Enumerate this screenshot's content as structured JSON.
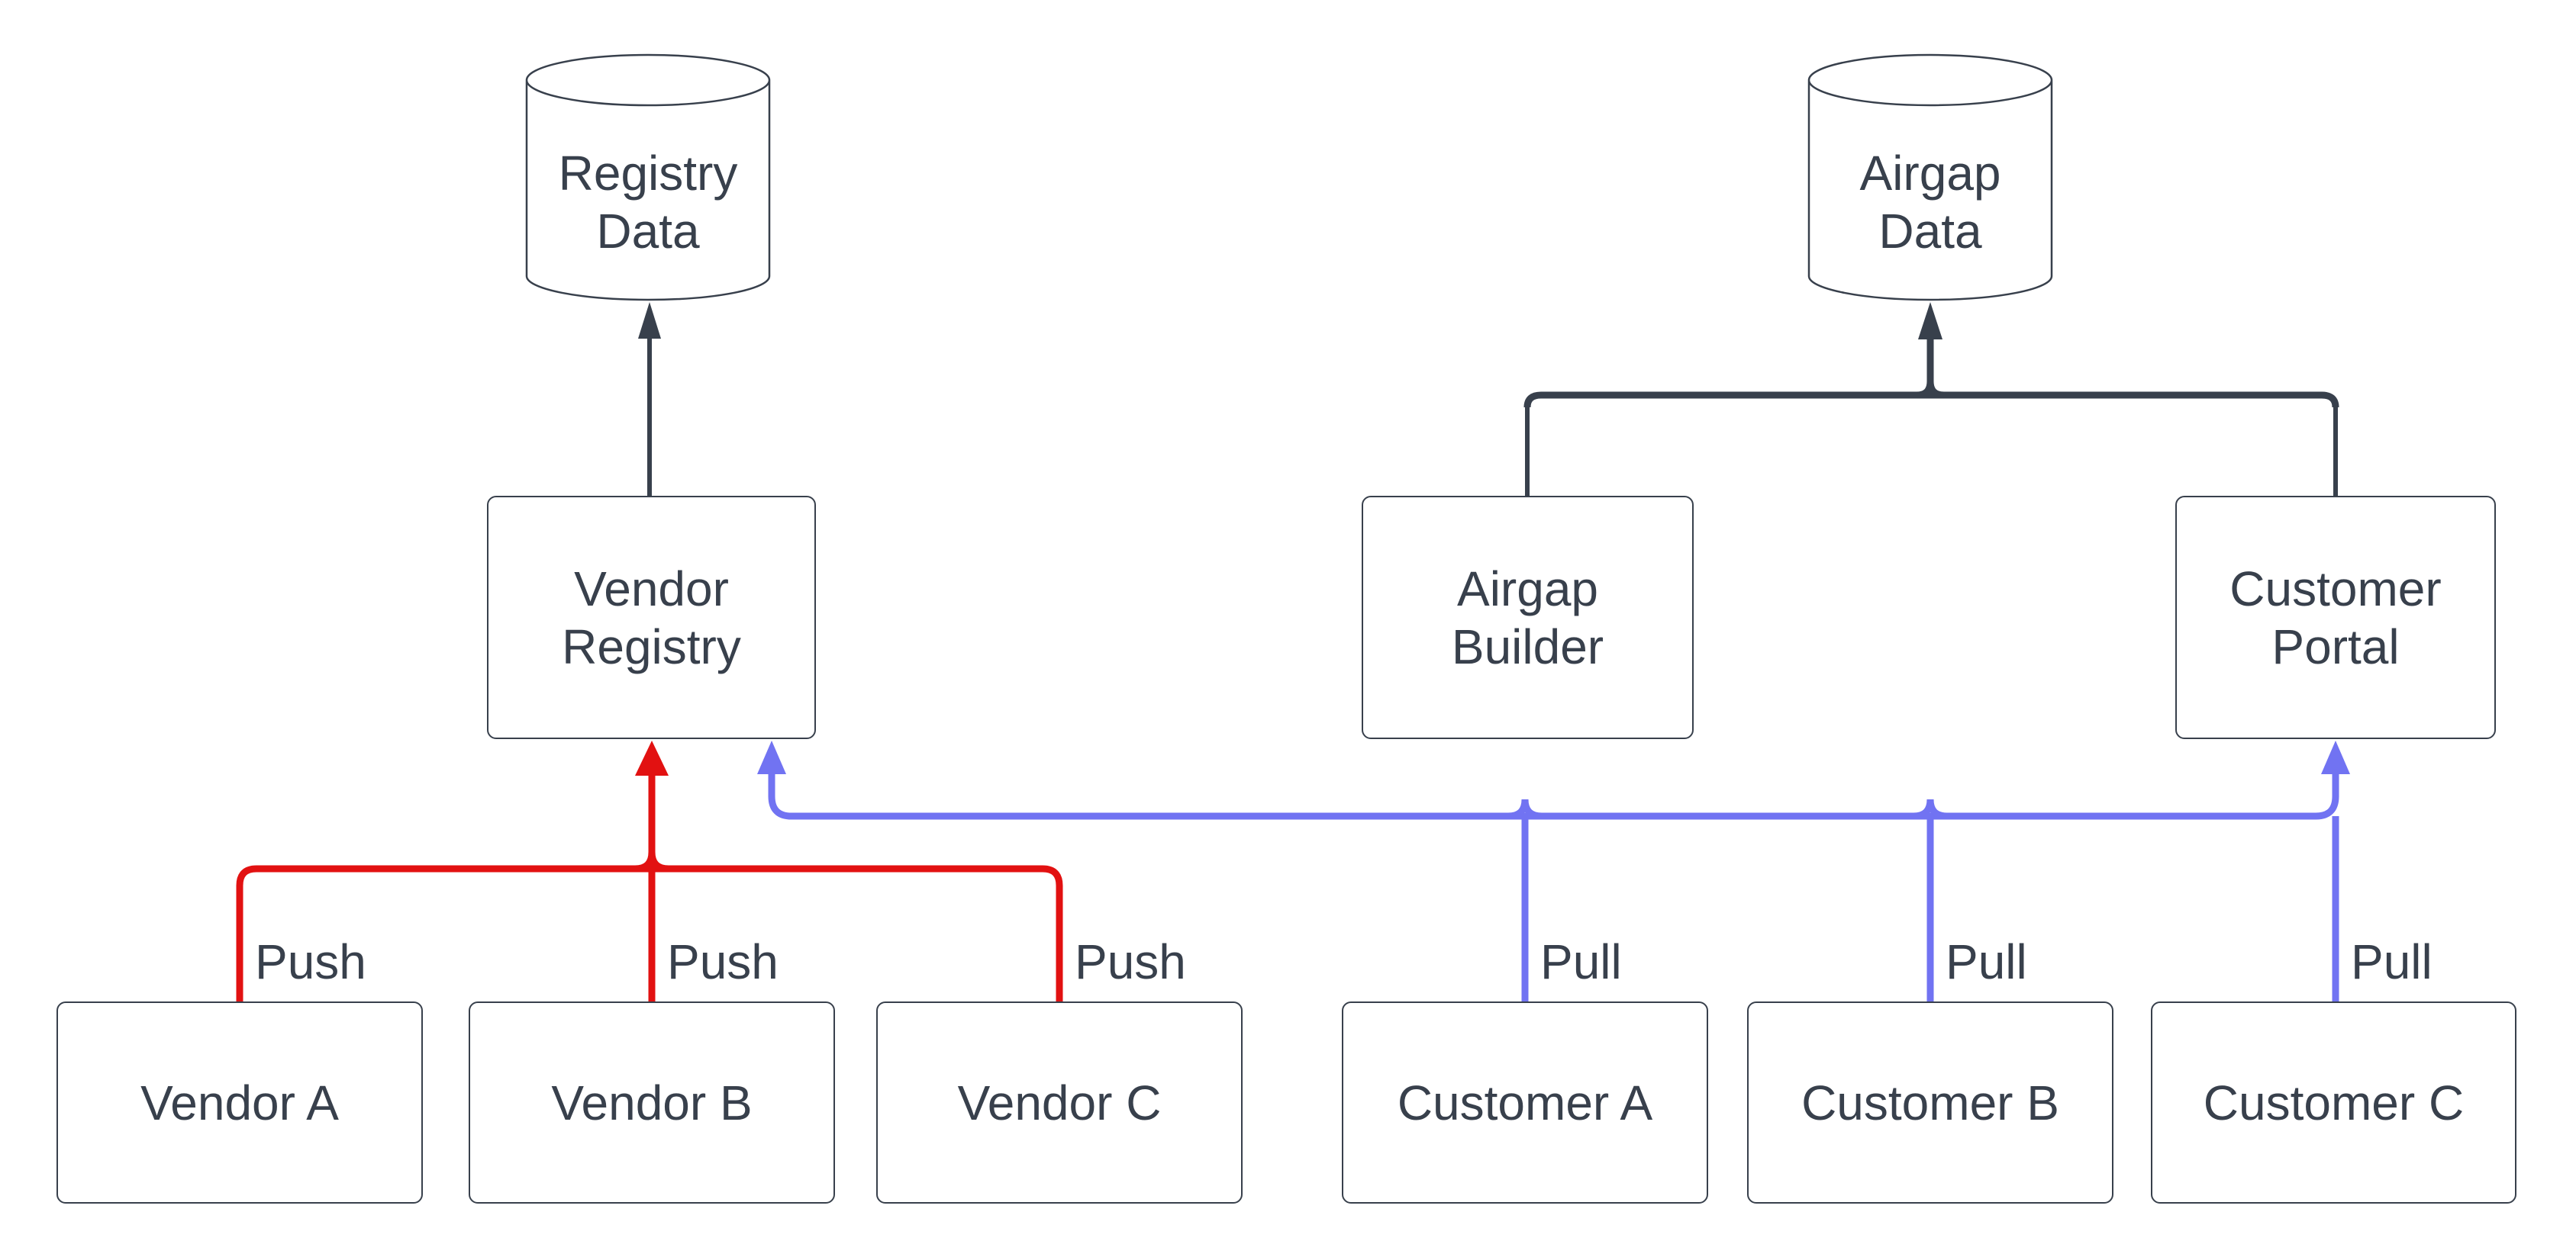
{
  "diagram": {
    "background": "#FFFFFF",
    "colors": {
      "dark": "#38404C",
      "red": "#E21111",
      "blue": "#7173F2",
      "node_fill": "#FFFFFF",
      "node_border": "#38404C",
      "text": "#38404C"
    },
    "nodes": {
      "registry_data": {
        "line1": "Registry",
        "line2": "Data"
      },
      "airgap_data": {
        "line1": "Airgap",
        "line2": "Data"
      },
      "vendor_registry": {
        "line1": "Vendor",
        "line2": "Registry"
      },
      "airgap_builder": {
        "line1": "Airgap",
        "line2": "Builder"
      },
      "customer_portal": {
        "line1": "Customer",
        "line2": "Portal"
      },
      "vendor_a": {
        "label": "Vendor A"
      },
      "vendor_b": {
        "label": "Vendor B"
      },
      "vendor_c": {
        "label": "Vendor C"
      },
      "customer_a": {
        "label": "Customer A"
      },
      "customer_b": {
        "label": "Customer B"
      },
      "customer_c": {
        "label": "Customer C"
      }
    },
    "edge_labels": {
      "push_a": "Push",
      "push_b": "Push",
      "push_c": "Push",
      "pull_a": "Pull",
      "pull_b": "Pull",
      "pull_c": "Pull"
    }
  }
}
